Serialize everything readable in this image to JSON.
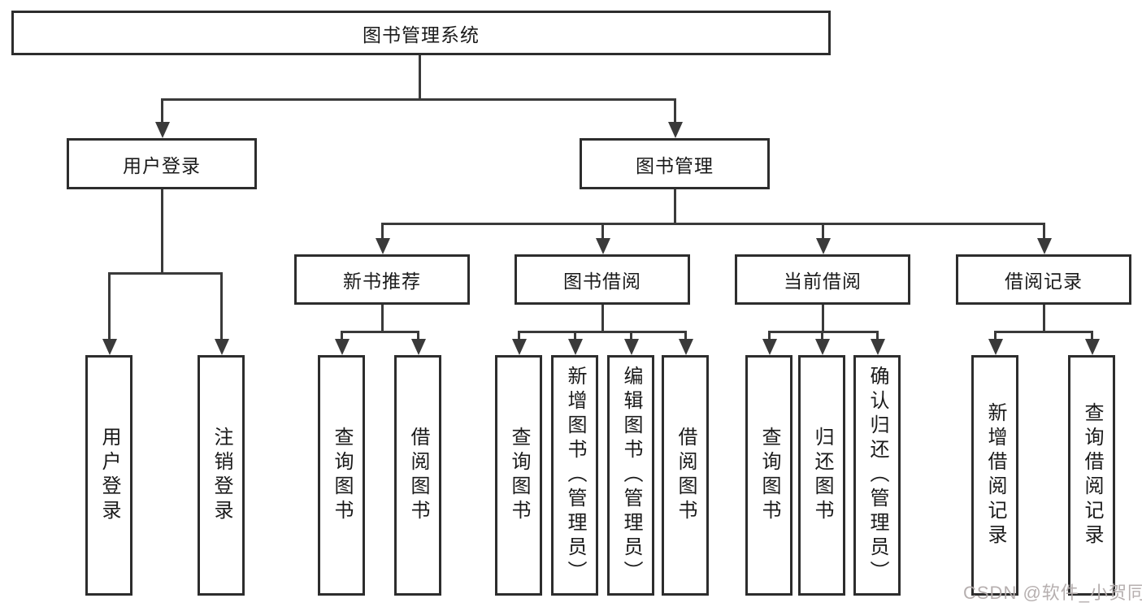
{
  "diagram_type": "tree",
  "colors": {
    "background": "#ffffff",
    "line": "#3a3a3a",
    "box_border": "#2d2d2d",
    "text": "#1a1a1a",
    "watermark": "#b2abab"
  },
  "root": {
    "label": "图书管理系统"
  },
  "branches": [
    {
      "label": "用户登录",
      "children": [
        {
          "label": "用户登录"
        },
        {
          "label": "注销登录"
        }
      ]
    },
    {
      "label": "图书管理",
      "children": [
        {
          "label": "新书推荐",
          "children": [
            {
              "label": "查询图书"
            },
            {
              "label": "借阅图书"
            }
          ]
        },
        {
          "label": "图书借阅",
          "children": [
            {
              "label": "查询图书"
            },
            {
              "label": "新增图书（管理员）"
            },
            {
              "label": "编辑图书（管理员）"
            },
            {
              "label": "借阅图书"
            }
          ]
        },
        {
          "label": "当前借阅",
          "children": [
            {
              "label": "查询图书"
            },
            {
              "label": "归还图书"
            },
            {
              "label": "确认归还（管理员）"
            }
          ]
        },
        {
          "label": "借阅记录",
          "children": [
            {
              "label": "新增借阅记录"
            },
            {
              "label": "查询借阅记录"
            }
          ]
        }
      ]
    }
  ],
  "watermark": {
    "text": "CSDN @软件_小贺同学"
  }
}
